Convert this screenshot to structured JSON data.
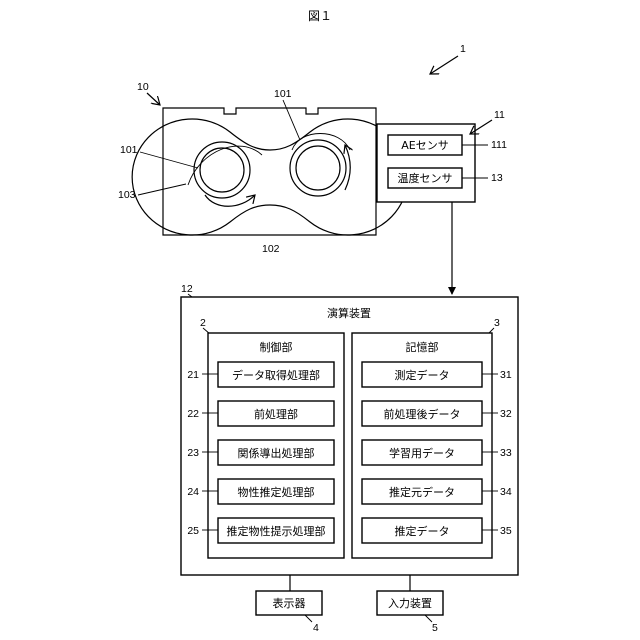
{
  "figure_title": "図１",
  "ref_system": "1",
  "extruder": {
    "ref_body": "10",
    "ref_screw_right": "101",
    "ref_screw_left": "101",
    "ref_barrel": "102",
    "ref_material": "103"
  },
  "sensor_unit": {
    "ref": "11",
    "ae_sensor": {
      "label": "AEセンサ",
      "ref": "111"
    },
    "temp_sensor": {
      "label": "温度センサ",
      "ref": "13"
    }
  },
  "computing_device": {
    "title": "演算装置",
    "ref": "12",
    "control_unit": {
      "title": "制御部",
      "ref": "2",
      "items": [
        {
          "label": "データ取得処理部",
          "ref": "21"
        },
        {
          "label": "前処理部",
          "ref": "22"
        },
        {
          "label": "関係導出処理部",
          "ref": "23"
        },
        {
          "label": "物性推定処理部",
          "ref": "24"
        },
        {
          "label": "推定物性提示処理部",
          "ref": "25"
        }
      ]
    },
    "storage_unit": {
      "title": "記憶部",
      "ref": "3",
      "items": [
        {
          "label": "測定データ",
          "ref": "31"
        },
        {
          "label": "前処理後データ",
          "ref": "32"
        },
        {
          "label": "学習用データ",
          "ref": "33"
        },
        {
          "label": "推定元データ",
          "ref": "34"
        },
        {
          "label": "推定データ",
          "ref": "35"
        }
      ]
    }
  },
  "display_device": {
    "label": "表示器",
    "ref": "4"
  },
  "input_device": {
    "label": "入力装置",
    "ref": "5"
  }
}
